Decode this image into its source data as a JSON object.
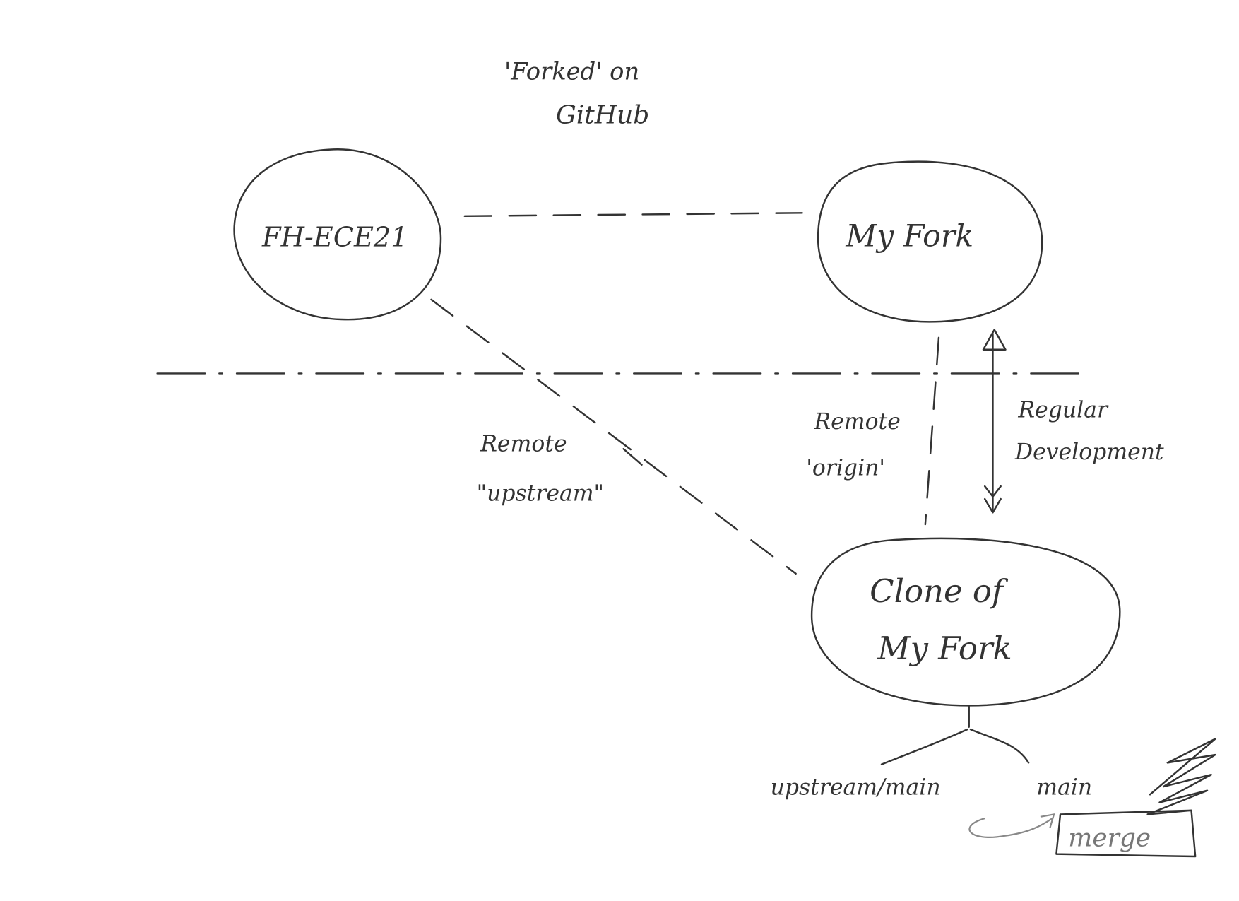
{
  "title": {
    "line1": "'Forked' on",
    "line2": "GitHub"
  },
  "nodes": {
    "upstream_repo": "FH-ECE21",
    "fork": "My Fork",
    "clone_line1": "Clone of",
    "clone_line2": "My Fork"
  },
  "edges": {
    "upstream_label_1": "Remote",
    "upstream_label_2": "\"upstream\"",
    "origin_label_1": "Remote",
    "origin_label_2": "'origin'",
    "dev_label_1": "Regular",
    "dev_label_2": "Development"
  },
  "branches": {
    "left": "upstream/main",
    "right": "main",
    "action": "merge"
  }
}
